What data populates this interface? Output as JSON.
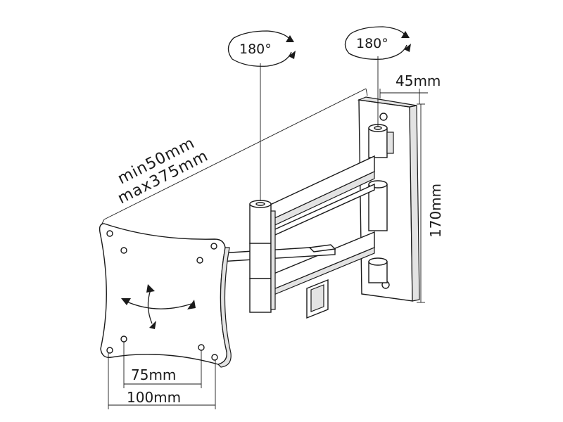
{
  "labels": {
    "rotation_left": "180°",
    "rotation_right": "180°",
    "depth": "45mm",
    "height": "170mm",
    "extension_min": "min50mm",
    "extension_max": "max375mm",
    "vesa_small": "75mm",
    "vesa_large": "100mm"
  },
  "colors": {
    "ink": "#1a1a1a",
    "shade": "#e3e3e3",
    "background": "#ffffff"
  }
}
